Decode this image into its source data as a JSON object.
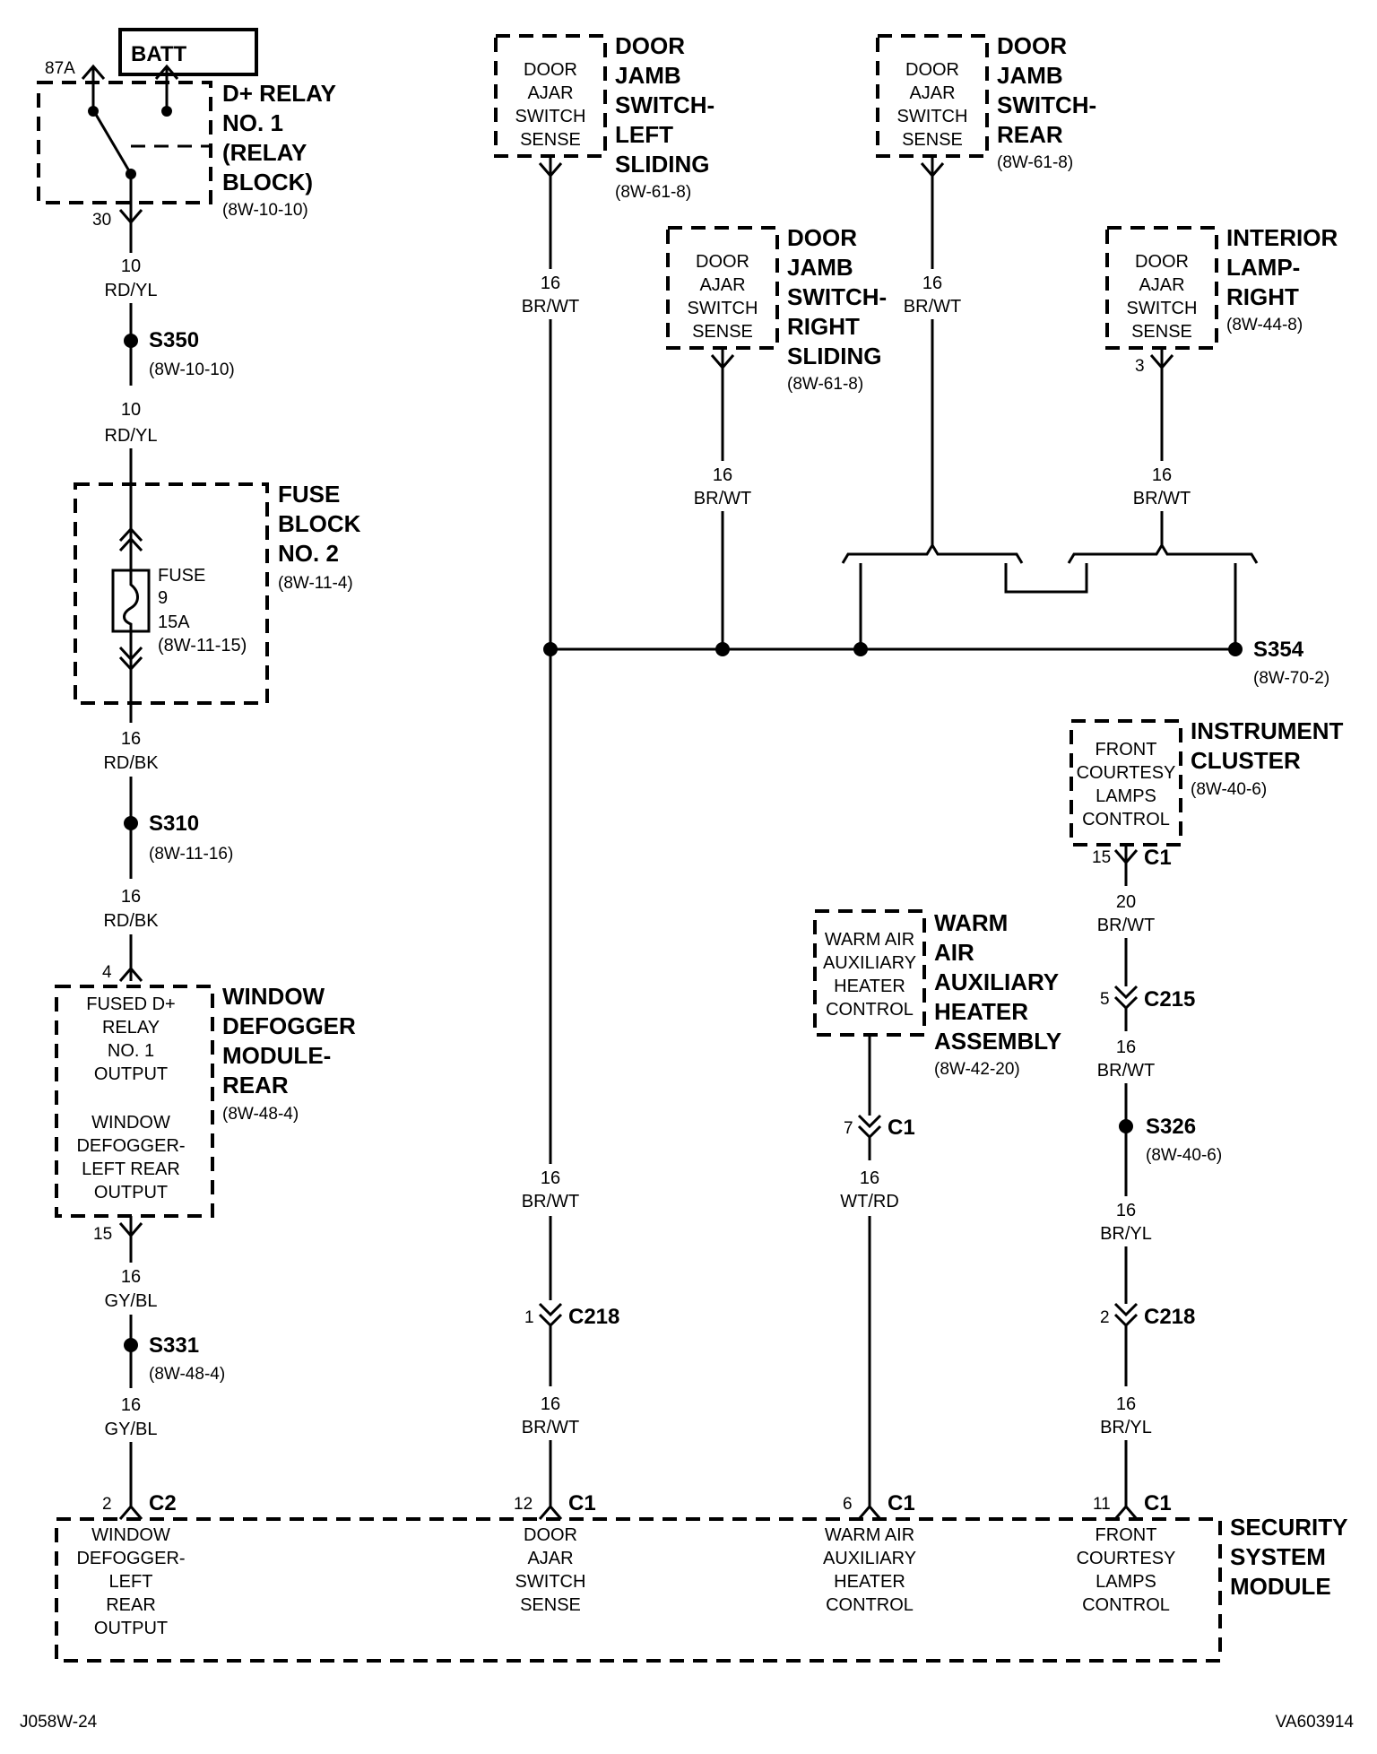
{
  "batt": "BATT",
  "relay": {
    "pin_87a": "87A",
    "pin_30": "30",
    "title": [
      "D+ RELAY",
      "NO. 1",
      "(RELAY",
      "BLOCK)"
    ],
    "ref": "(8W-10-10)"
  },
  "wires": {
    "w1": [
      "10",
      "RD/YL"
    ],
    "w2": [
      "10",
      "RD/YL"
    ],
    "w3": [
      "16",
      "RD/BK"
    ],
    "w4": [
      "16",
      "RD/BK"
    ],
    "w5": [
      "16",
      "GY/BL"
    ],
    "w6": [
      "16",
      "GY/BL"
    ],
    "left_sliding": [
      "16",
      "BR/WT"
    ],
    "right_sliding": [
      "16",
      "BR/WT"
    ],
    "rear": [
      "16",
      "BR/WT"
    ],
    "interior": [
      "16",
      "BR/WT"
    ],
    "c218_upper": [
      "16",
      "BR/WT"
    ],
    "c218_lower": [
      "16",
      "BR/WT"
    ],
    "heater": [
      "16",
      "WT/RD"
    ],
    "cluster_out": [
      "20",
      "BR/WT"
    ],
    "c215_lower": [
      "16",
      "BR/WT"
    ],
    "s326_lower": [
      "16",
      "BR/YL"
    ],
    "c218b_lower": [
      "16",
      "BR/YL"
    ]
  },
  "splices": {
    "s350": {
      "name": "S350",
      "ref": "(8W-10-10)"
    },
    "s310": {
      "name": "S310",
      "ref": "(8W-11-16)"
    },
    "s331": {
      "name": "S331",
      "ref": "(8W-48-4)"
    },
    "s354": {
      "name": "S354",
      "ref": "(8W-70-2)"
    },
    "s326": {
      "name": "S326",
      "ref": "(8W-40-6)"
    }
  },
  "fuse_block": {
    "title": [
      "FUSE",
      "BLOCK",
      "NO. 2"
    ],
    "ref": "(8W-11-4)",
    "fuse_lines": [
      "FUSE",
      "9",
      "15A",
      "(8W-11-15)"
    ]
  },
  "window_module": {
    "pin_top": "4",
    "pin_bottom": "15",
    "inner": [
      "FUSED D+",
      "RELAY",
      "NO. 1",
      "OUTPUT",
      "",
      "WINDOW",
      "DEFOGGER-",
      "LEFT REAR",
      "OUTPUT"
    ],
    "title": [
      "WINDOW",
      "DEFOGGER",
      "MODULE-",
      "REAR"
    ],
    "ref": "(8W-48-4)"
  },
  "door_left": {
    "inner": [
      "DOOR",
      "AJAR",
      "SWITCH",
      "SENSE"
    ],
    "title": [
      "DOOR",
      "JAMB",
      "SWITCH-",
      "LEFT",
      "SLIDING"
    ],
    "ref": "(8W-61-8)"
  },
  "door_right": {
    "inner": [
      "DOOR",
      "AJAR",
      "SWITCH",
      "SENSE"
    ],
    "title": [
      "DOOR",
      "JAMB",
      "SWITCH-",
      "RIGHT",
      "SLIDING"
    ],
    "ref": "(8W-61-8)"
  },
  "door_rear": {
    "inner": [
      "DOOR",
      "AJAR",
      "SWITCH",
      "SENSE"
    ],
    "title": [
      "DOOR",
      "JAMB",
      "SWITCH-",
      "REAR"
    ],
    "ref": "(8W-61-8)"
  },
  "interior_lamp": {
    "pin": "3",
    "inner": [
      "DOOR",
      "AJAR",
      "SWITCH",
      "SENSE"
    ],
    "title": [
      "INTERIOR",
      "LAMP-",
      "RIGHT"
    ],
    "ref": "(8W-44-8)"
  },
  "instrument_cluster": {
    "inner": [
      "FRONT",
      "COURTESY",
      "LAMPS",
      "CONTROL"
    ],
    "title": [
      "INSTRUMENT",
      "CLUSTER"
    ],
    "ref": "(8W-40-6)",
    "pin": "15",
    "conn": "C1"
  },
  "heater": {
    "inner": [
      "WARM AIR",
      "AUXILIARY",
      "HEATER",
      "CONTROL"
    ],
    "title": [
      "WARM",
      "AIR",
      "AUXILIARY",
      "HEATER",
      "ASSEMBLY"
    ],
    "ref": "(8W-42-20)",
    "pin": "7",
    "conn": "C1"
  },
  "connectors": {
    "c215": {
      "pin": "5",
      "name": "C215"
    },
    "c218a": {
      "pin": "1",
      "name": "C218"
    },
    "c218b": {
      "pin": "2",
      "name": "C218"
    }
  },
  "security": {
    "title": [
      "SECURITY",
      "SYSTEM",
      "MODULE"
    ],
    "pins": [
      {
        "pin": "2",
        "conn": "C2",
        "label": [
          "WINDOW",
          "DEFOGGER-",
          "LEFT",
          "REAR",
          "OUTPUT"
        ]
      },
      {
        "pin": "12",
        "conn": "C1",
        "label": [
          "DOOR",
          "AJAR",
          "SWITCH",
          "SENSE"
        ]
      },
      {
        "pin": "6",
        "conn": "C1",
        "label": [
          "WARM AIR",
          "AUXILIARY",
          "HEATER",
          "CONTROL"
        ]
      },
      {
        "pin": "11",
        "conn": "C1",
        "label": [
          "FRONT",
          "COURTESY",
          "LAMPS",
          "CONTROL"
        ]
      }
    ]
  },
  "footer": {
    "left": "J058W-24",
    "right": "VA603914"
  }
}
